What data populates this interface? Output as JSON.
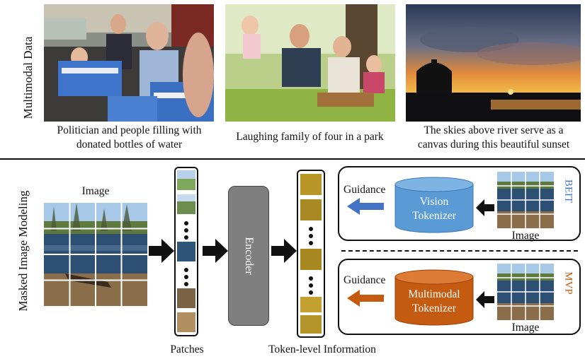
{
  "section_labels": {
    "top": "Multimodal Data",
    "bottom": "Masked Image Modeling"
  },
  "photos": [
    {
      "caption_line1": "Politician and people filling with",
      "caption_line2": "donated bottles of water"
    },
    {
      "caption_line1": "Laughing family of four in a park",
      "caption_line2": ""
    },
    {
      "caption_line1": "The skies above river serve as a",
      "caption_line2": "canvas during this beautiful sunset"
    }
  ],
  "mim": {
    "image_label": "Image",
    "patches_label": "Patches",
    "encoder_label": "Encoder",
    "token_label": "Token-level Information"
  },
  "beit": {
    "guidance_label": "Guidance",
    "tokenizer_line1": "Vision",
    "tokenizer_line2": "Tokenizer",
    "image_label": "Image",
    "method_label": "BEIT",
    "tokenizer_color": "#5b9bd5",
    "label_color": "#4472c4"
  },
  "mvp": {
    "guidance_label": "Guidance",
    "tokenizer_line1": "Multimodal",
    "tokenizer_line2": "Tokenizer",
    "image_label": "Image",
    "method_label": "MVP",
    "tokenizer_color": "#c55a11",
    "label_color": "#c55a11"
  }
}
